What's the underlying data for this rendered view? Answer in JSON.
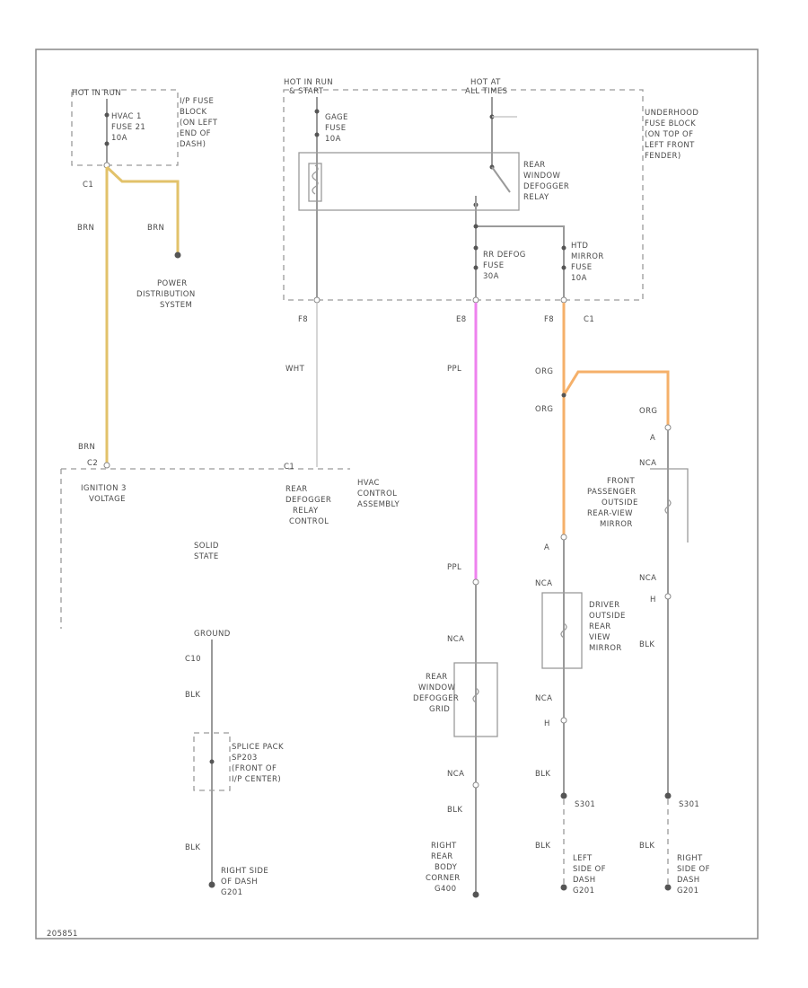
{
  "hot_in_run": "HOT IN RUN",
  "ip_fuse_block": [
    "I/P FUSE",
    "BLOCK",
    "(ON LEFT",
    "END OF",
    "DASH)"
  ],
  "hvac_fuse": [
    "HVAC 1",
    "FUSE 21",
    "10A"
  ],
  "c1_a": "C1",
  "brn_1": "BRN",
  "brn_2": "BRN",
  "brn_3": "BRN",
  "power_distribution": [
    "POWER",
    "DISTRIBUTION",
    "SYSTEM"
  ],
  "hot_run_start": [
    "HOT IN RUN",
    "& START"
  ],
  "hot_at_all_times": [
    "HOT AT",
    "ALL TIMES"
  ],
  "gage_fuse": [
    "GAGE",
    "FUSE",
    "10A"
  ],
  "underhood_fuse_block": [
    "UNDERHOOD",
    "FUSE BLOCK",
    "(ON TOP OF",
    "LEFT FRONT",
    "FENDER)"
  ],
  "rear_defogger_relay": [
    "REAR",
    "WINDOW",
    "DEFOGGER",
    "RELAY"
  ],
  "rr_defog_fuse": [
    "RR DEFOG",
    "FUSE",
    "30A"
  ],
  "mirror_fuse": [
    "HTD",
    "MIRROR",
    "FUSE",
    "10A"
  ],
  "f8_a": "F8",
  "e8": "E8",
  "f8_b": "F8",
  "c1_b": "C1",
  "wht": "WHT",
  "ppl_1": "PPL",
  "ppl_2": "PPL",
  "org_1": "ORG",
  "org_2": "ORG",
  "org_3": "ORG",
  "c2_conn": "C2",
  "c1_hvac_conn": "C1",
  "ignition_voltage": [
    "IGNITION 3",
    "VOLTAGE"
  ],
  "rear_defogger_relay_control": [
    "REAR",
    "DEFOGGER",
    "RELAY",
    "CONTROL"
  ],
  "hvac_control_assembly": [
    "HVAC",
    "CONTROL",
    "ASSEMBLY"
  ],
  "solid_state": [
    "SOLID",
    "STATE"
  ],
  "ground_label": "GROUND",
  "c10": "C10",
  "blk_1": "BLK",
  "blk_2": "BLK",
  "splice_pack": [
    "SPLICE PACK",
    "SP203",
    "(FRONT OF",
    "I/P CENTER)"
  ],
  "right_side_dash_1": [
    "RIGHT SIDE",
    "OF DASH",
    "G201"
  ],
  "nca_grid_top": "NCA",
  "nca_grid_bot": "NCA",
  "rear_window_defogger_grid": [
    "REAR",
    "WINDOW",
    "DEFOGGER",
    "GRID"
  ],
  "blk_grid": "BLK",
  "right_rear_body_corner": [
    "RIGHT",
    "REAR",
    "BODY",
    "CORNER",
    "G400"
  ],
  "a_front": "A",
  "a_driver": "A",
  "nca_driver_top": "NCA",
  "driver_mirror": [
    "DRIVER",
    "OUTSIDE",
    "REAR",
    "VIEW",
    "MIRROR"
  ],
  "nca_driver_bot": "NCA",
  "h_driver": "H",
  "blk_driver_1": "BLK",
  "s301": "S301",
  "blk_driver_2": "BLK",
  "left_side_dash": [
    "LEFT",
    "SIDE OF",
    "DASH",
    "G201"
  ],
  "nca_pass_top": "NCA",
  "passenger_mirror": [
    "FRONT",
    "PASSENGER",
    "OUTSIDE",
    "REAR-VIEW",
    "MIRROR"
  ],
  "nca_pass_bot": "NCA",
  "h_pass": "H",
  "blk_pass_1": "BLK",
  "s301_b": "S301",
  "blk_pass_2": "BLK",
  "right_side_dash_2": [
    "RIGHT",
    "SIDE OF",
    "DASH",
    "G201"
  ],
  "figure_id": "205851",
  "wire_colors": {
    "brown": "#e2c26a",
    "purple": "#ee82ee",
    "orange": "#f5b06a",
    "plain": "#9a9a9a"
  }
}
